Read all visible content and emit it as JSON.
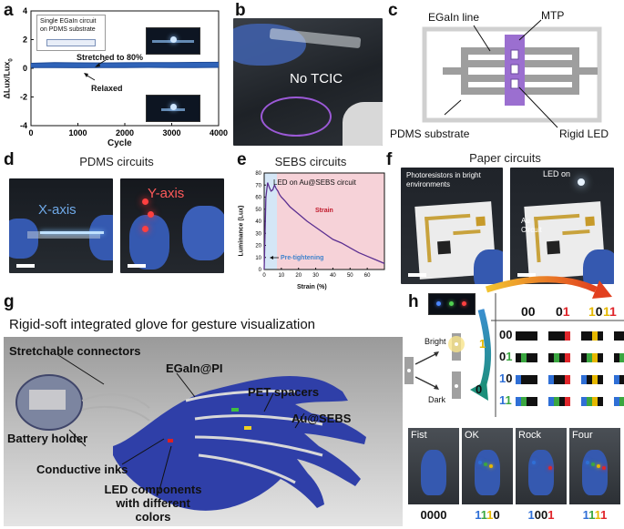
{
  "panel_labels": {
    "a": "a",
    "b": "b",
    "c": "c",
    "d": "d",
    "e": "e",
    "f": "f",
    "g": "g",
    "h": "h"
  },
  "a": {
    "legend": "Single EGaIn circuit on PDMS substrate",
    "ylabel": "ΔLux/Lux",
    "ylabel_sub": "0",
    "xlabel": "Cycle",
    "annot_stretched": "Stretched to 80%",
    "annot_relaxed": "Relaxed",
    "xticks": [
      "0",
      "1000",
      "2000",
      "3000",
      "4000"
    ],
    "yticks": [
      "4",
      "2",
      "0",
      "-2",
      "-4"
    ]
  },
  "b": {
    "text": "No TCIC"
  },
  "c": {
    "egain_line": "EGaIn line",
    "mtp": "MTP",
    "pdms_substrate": "PDMS substrate",
    "rigid_led": "Rigid LED"
  },
  "d": {
    "title": "PDMS circuits",
    "x_axis": "X-axis",
    "y_axis": "Y-axis"
  },
  "e": {
    "title": "SEBS circuits",
    "legend": "LED on Au@SEBS circuit",
    "ylabel": "Luminance (Lux)",
    "xlabel": "Strain (%)",
    "strain_label": "Strain",
    "pretight_label": "Pre-tightening",
    "xticks": [
      "0",
      "10",
      "20",
      "30",
      "40",
      "50",
      "60"
    ],
    "yticks": [
      "80",
      "70",
      "60",
      "50",
      "40",
      "30",
      "20",
      "10",
      "0"
    ]
  },
  "f": {
    "title": "Paper circuits",
    "photoresistor": "Photoresistors in bright environments",
    "led_on": "LED on",
    "au_circuit": "Au Circuit"
  },
  "g": {
    "title": "Rigid-soft integrated glove for gesture visualization",
    "stretchable": "Stretchable connectors",
    "egain_pi": "EGaIn@PI",
    "pet": "PET spacers",
    "au_sebs": "Au@SEBS",
    "battery": "Battery holder",
    "inks": "Conductive inks",
    "led_comp": "LED components with different colors"
  },
  "h": {
    "bright": "Bright",
    "dark": "Dark",
    "one": "1",
    "zero": "0",
    "codes": [
      "00",
      "01",
      "10",
      "11"
    ],
    "gestures": [
      {
        "name": "Fist",
        "code": "0000"
      },
      {
        "name": "OK",
        "code": "1110"
      },
      {
        "name": "Rock",
        "code": "1001"
      },
      {
        "name": "Four",
        "code": "1111"
      }
    ],
    "colors": {
      "blue": "#2f6fd6",
      "green": "#3aa640",
      "yellow": "#e6b800",
      "red": "#e0262b",
      "black": "#111111"
    }
  },
  "chart_data": [
    {
      "type": "line",
      "title": "",
      "xlabel": "Cycle",
      "ylabel": "ΔLux/Lux0",
      "xlim": [
        0,
        4000
      ],
      "ylim": [
        -4,
        4
      ],
      "series": [
        {
          "x": [
            0,
            500,
            1000,
            1500,
            2000,
            2500,
            3000,
            3500,
            4000
          ],
          "y": [
            0.35,
            0.4,
            0.38,
            0.37,
            0.39,
            0.4,
            0.4,
            0.41,
            0.42
          ]
        },
        {
          "x": [
            0,
            500,
            1000,
            1500,
            2000,
            2500,
            3000,
            3500,
            4000
          ],
          "y": [
            0.05,
            0.05,
            0.04,
            0.05,
            0.05,
            0.06,
            0.05,
            0.05,
            0.06
          ]
        }
      ]
    },
    {
      "type": "line",
      "title": "SEBS circuits",
      "xlabel": "Strain (%)",
      "ylabel": "Luminance (Lux)",
      "xlim": [
        0,
        70
      ],
      "ylim": [
        0,
        80
      ],
      "series": [
        {
          "x": [
            0,
            1,
            2,
            3,
            4,
            5,
            6,
            7,
            8,
            9,
            10,
            12,
            15,
            20,
            25,
            30,
            35,
            40,
            45,
            50,
            55,
            60,
            65,
            70
          ],
          "y": [
            0,
            60,
            72,
            68,
            65,
            66,
            70,
            67,
            65,
            62,
            60,
            57,
            52,
            46,
            40,
            35,
            30,
            25,
            22,
            18,
            14,
            11,
            8,
            5
          ]
        }
      ]
    }
  ]
}
